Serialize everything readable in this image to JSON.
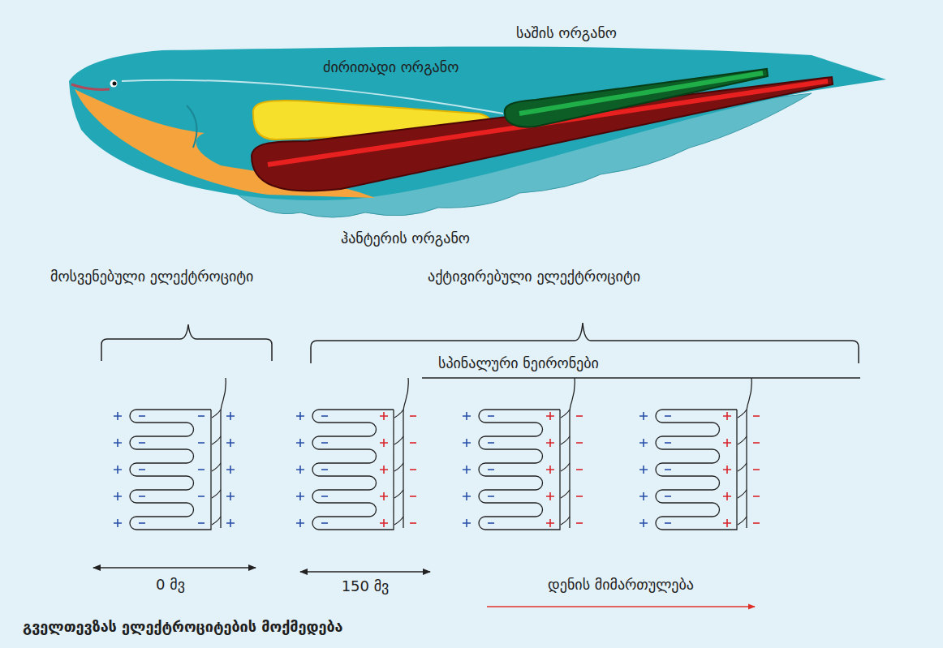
{
  "diagram": {
    "caption": "გველთევზას ელექტროციტების მოქმედება",
    "labels": [
      "საშის ორგანო",
      "ძირითადი ორგანო",
      "ჰანტერის ორგანო",
      "მოსვენებული ელექტროციტი",
      "აქტივირებული ელექტროციტი",
      "სპინალური ნეირონები",
      "0 მვ",
      "150 მვ",
      "დენის მიმართულება"
    ]
  }
}
